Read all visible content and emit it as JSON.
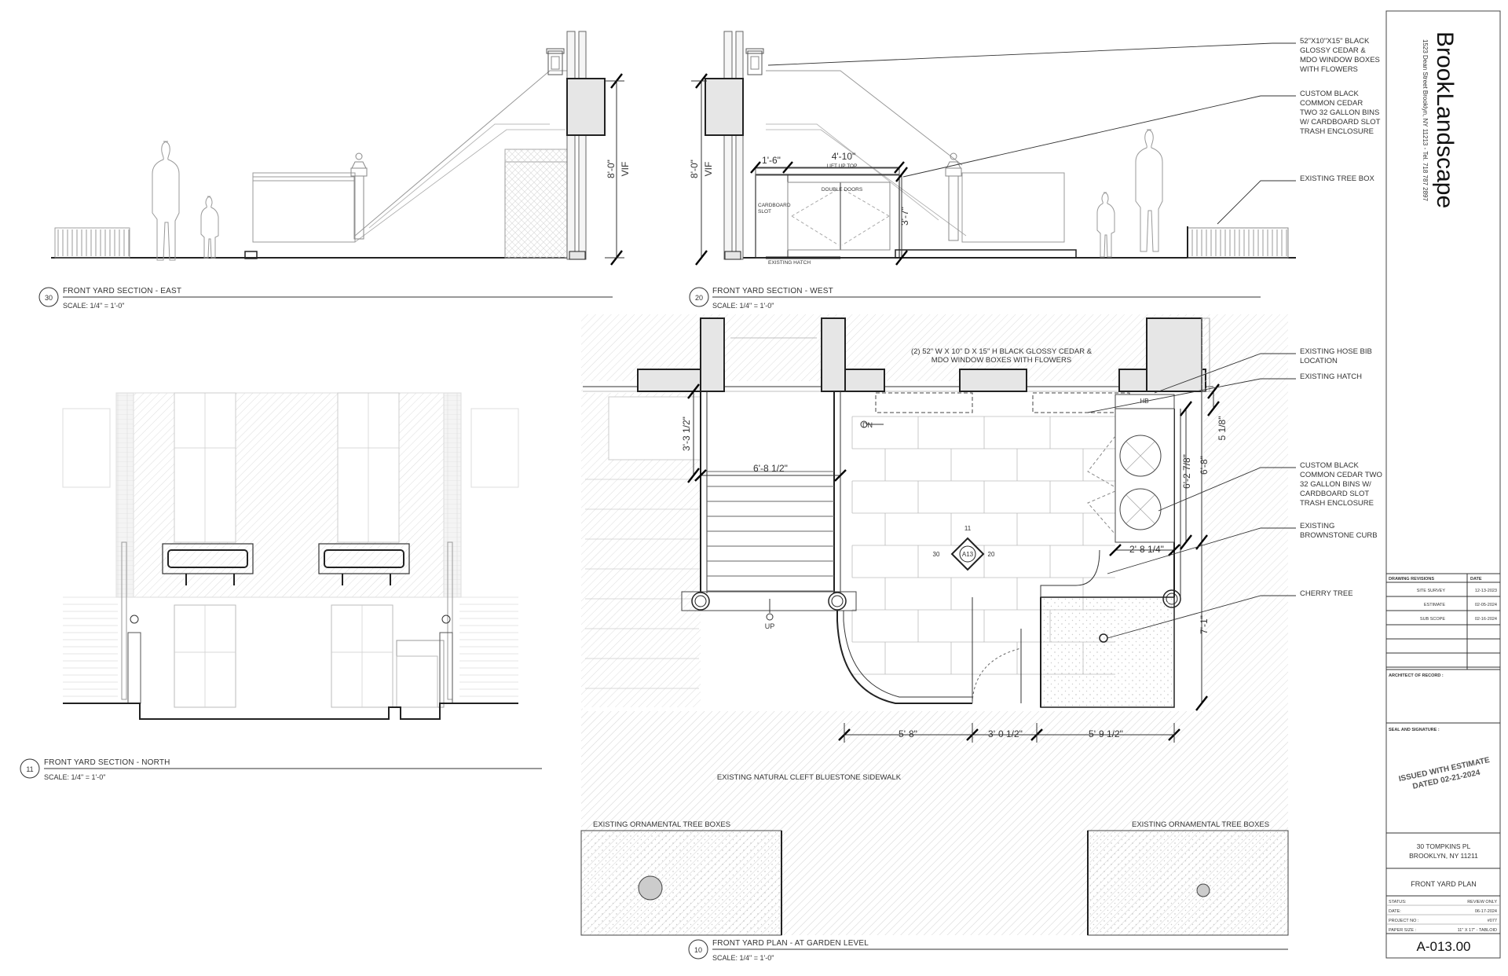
{
  "titleblock": {
    "firm": "BrookLandscape",
    "firm_address": "1523 Dean Street Brooklyn, NY 11213 - Tel. 718 787 2897",
    "revisions_header": "DRAWING REVISIONS",
    "date_header": "DATE",
    "revisions": [
      {
        "name": "SITE SURVEY",
        "date": "12-13-2023"
      },
      {
        "name": "ESTIMATE",
        "date": "02-05-2024"
      },
      {
        "name": "SUB SCOPE",
        "date": "02-16-2024"
      }
    ],
    "architect_label": "ARCHITECT OF RECORD :",
    "seal_label": "SEAL AND SIGNATURE :",
    "stamp_line1": "ISSUED WITH ESTIMATE",
    "stamp_line2": "DATED 02-21-2024",
    "project_address_1": "30 TOMPKINS PL",
    "project_address_2": "BROOKLYN, NY 11211",
    "sheet_title": "FRONT YARD PLAN",
    "info": [
      {
        "label": "STATUS:",
        "value": "REVIEW ONLY"
      },
      {
        "label": "DATE:",
        "value": "06-17-2024"
      },
      {
        "label": "PROJECT NO :",
        "value": "#077"
      },
      {
        "label": "PAPER SIZE :",
        "value": "11\" X 17\" - TABLOID"
      }
    ],
    "sheet_number": "A-013.00"
  },
  "views": {
    "east": {
      "number": "30",
      "title": "FRONT YARD SECTION - EAST",
      "scale": "SCALE: 1/4\" = 1'-0\""
    },
    "west": {
      "number": "20",
      "title": "FRONT YARD SECTION - WEST",
      "scale": "SCALE: 1/4\" = 1'-0\""
    },
    "north": {
      "number": "11",
      "title": "FRONT YARD SECTION - NORTH",
      "scale": "SCALE: 1/4\" = 1'-0\""
    },
    "plan": {
      "number": "10",
      "title": "FRONT YARD PLAN - AT GARDEN LEVEL",
      "scale": "SCALE: 1/4\" = 1'-0\""
    }
  },
  "dimensions": {
    "east_height": "8'-0\"",
    "east_vif": "VIF",
    "west_height": "8'-0\"",
    "west_vif": "VIF",
    "west_1_6": "1'-6\"",
    "west_4_10": "4'-10\"",
    "west_3_7": "3'-7\"",
    "plan_3_3": "3'-3 1/2\"",
    "plan_6_8_half": "6'-8 1/2\"",
    "plan_5_1_8": "5 1/8\"",
    "plan_6_2_7_8": "6'-2 7/8\"",
    "plan_6_8": "6'-8\"",
    "plan_2_8": "2'-8 1/4\"",
    "plan_7_1": "7'-1\"",
    "plan_5_8": "5'-8\"",
    "plan_3_0": "3'-0 1/2\"",
    "plan_5_9": "5'-9 1/2\""
  },
  "labels": {
    "lift_up_top": "LIFT UP TOP",
    "double_doors": "DOUBLE DOORS",
    "cardboard_slot_1": "CARDBOARD",
    "cardboard_slot_2": "SLOT",
    "existing_hatch_small": "EXISTING HATCH",
    "window_boxes_plan_1": "(2) 52\" W X 10\" D X 15\" H BLACK GLOSSY CEDAR &",
    "window_boxes_plan_2": "MDO WINDOW BOXES WITH FLOWERS",
    "hb": "HB",
    "dn": "DN",
    "up": "UP",
    "key_center": "A13",
    "key_top": "11",
    "key_left": "30",
    "key_right": "20",
    "sidewalk": "EXISTING NATURAL CLEFT BLUESTONE SIDEWALK",
    "tree_boxes_left": "EXISTING ORNAMENTAL TREE BOXES",
    "tree_boxes_right": "EXISTING ORNAMENTAL TREE BOXES"
  },
  "callouts": [
    {
      "lines": [
        "52\"X10\"X15\" BLACK",
        "GLOSSY CEDAR &",
        "MDO WINDOW BOXES",
        "WITH FLOWERS"
      ]
    },
    {
      "lines": [
        "CUSTOM BLACK",
        "COMMON CEDAR",
        "TWO 32 GALLON BINS",
        "W/ CARDBOARD SLOT",
        "TRASH ENCLOSURE"
      ]
    },
    {
      "lines": [
        "EXISTING TREE BOX"
      ]
    },
    {
      "lines": [
        "EXISTING HOSE BIB",
        "LOCATION"
      ]
    },
    {
      "lines": [
        "EXISTING HATCH"
      ]
    },
    {
      "lines": [
        "CUSTOM BLACK",
        "COMMON CEDAR TWO",
        "32 GALLON BINS W/",
        "CARDBOARD SLOT",
        "TRASH ENCLOSURE"
      ]
    },
    {
      "lines": [
        "EXISTING",
        "BROWNSTONE CURB"
      ]
    },
    {
      "lines": [
        "CHERRY TREE"
      ]
    }
  ]
}
